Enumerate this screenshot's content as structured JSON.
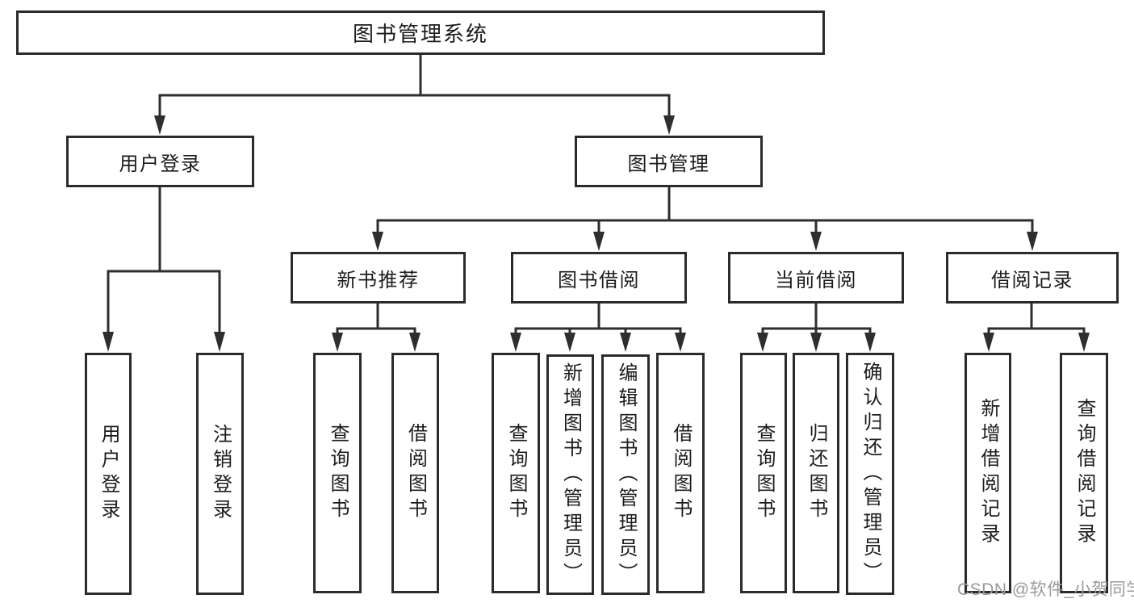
{
  "colors": {
    "background": "#ffffff",
    "line": "#2e2e2e",
    "box_border": "#2b2b2b",
    "text": "#1c1c1c",
    "watermark": "#9a9a9a"
  },
  "tree": {
    "root": {
      "label": "图书管理系统"
    },
    "branches": [
      {
        "label": "用户登录",
        "children": [
          {
            "label": "用户登录"
          },
          {
            "label": "注销登录"
          }
        ]
      },
      {
        "label": "图书管理",
        "children": [
          {
            "label": "新书推荐",
            "children": [
              {
                "label": "查询图书"
              },
              {
                "label": "借阅图书"
              }
            ]
          },
          {
            "label": "图书借阅",
            "children": [
              {
                "label": "查询图书"
              },
              {
                "label": "新增图书（管理员）"
              },
              {
                "label": "编辑图书（管理员）"
              },
              {
                "label": "借阅图书"
              }
            ]
          },
          {
            "label": "当前借阅",
            "children": [
              {
                "label": "查询图书"
              },
              {
                "label": "归还图书"
              },
              {
                "label": "确认归还（管理员）"
              }
            ]
          },
          {
            "label": "借阅记录",
            "children": [
              {
                "label": "新增借阅记录"
              },
              {
                "label": "查询借阅记录"
              }
            ]
          }
        ]
      }
    ]
  },
  "watermark": {
    "text": "CSDN @软件_小贺同学"
  }
}
